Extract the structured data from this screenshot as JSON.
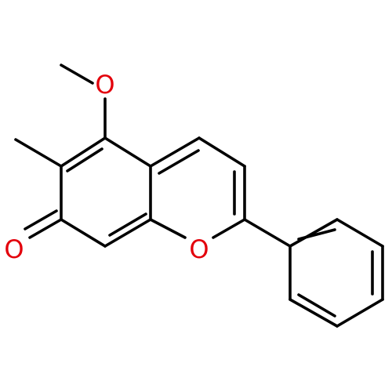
{
  "colors": {
    "bond": "#000000",
    "oxygen": "#e3000b",
    "background": "#ffffff"
  },
  "atoms": {
    "methoxy_oxygen": "O",
    "ketone_oxygen": "O",
    "ring_oxygen": "O"
  }
}
